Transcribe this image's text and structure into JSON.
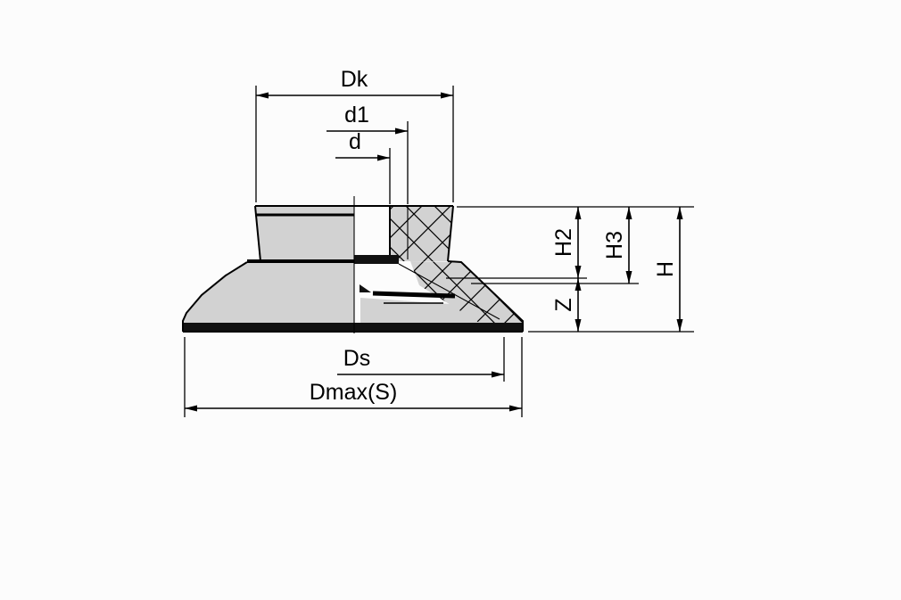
{
  "drawing": {
    "labels": {
      "dk": "Dk",
      "d1": "d1",
      "d": "d",
      "h2": "H2",
      "h3": "H3",
      "h": "H",
      "z": "Z",
      "ds": "Ds",
      "dmax": "Dmax(S)"
    },
    "colors": {
      "line": "#000000",
      "body_fill": "#d2d2d2",
      "dark_band": "#111111",
      "background": "#fcfcfc"
    }
  }
}
